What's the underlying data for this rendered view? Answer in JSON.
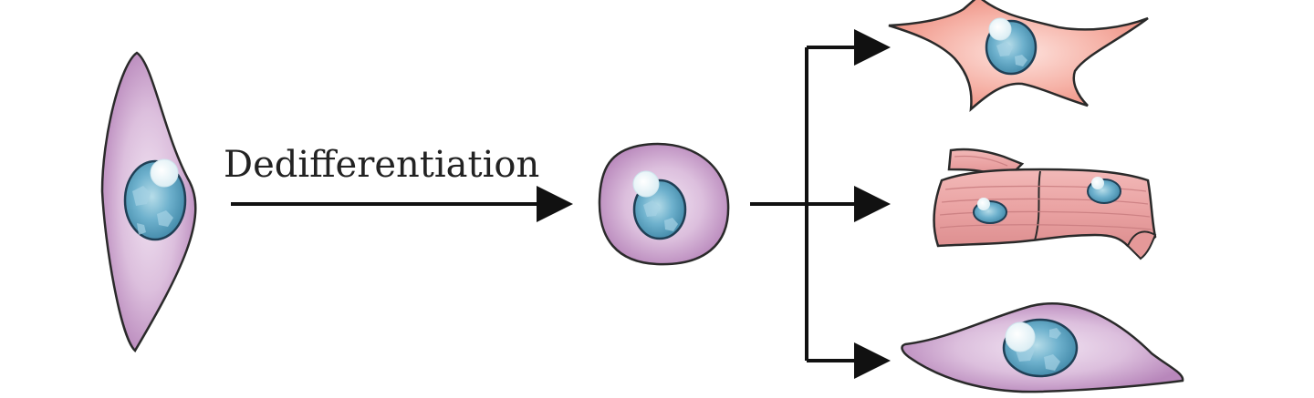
{
  "diagram": {
    "process_label": "Dedifferentiation",
    "cells": [
      {
        "name": "differentiated-spindle-cell",
        "type": "source"
      },
      {
        "name": "dedifferentiated-round-cell",
        "type": "intermediate"
      },
      {
        "name": "stellate-cell",
        "type": "product"
      },
      {
        "name": "muscle-fiber-cell",
        "type": "product"
      },
      {
        "name": "spindle-cell",
        "type": "product"
      }
    ],
    "colors": {
      "purple_cell": "#c69ac8",
      "purple_cell_center": "#f1e3f2",
      "salmon_cell": "#f3a196",
      "muscle_cell": "#e9a5a5",
      "nucleus": "#4f9ab8",
      "nucleus_light": "#9fd0e2",
      "arrow": "#111111"
    }
  }
}
